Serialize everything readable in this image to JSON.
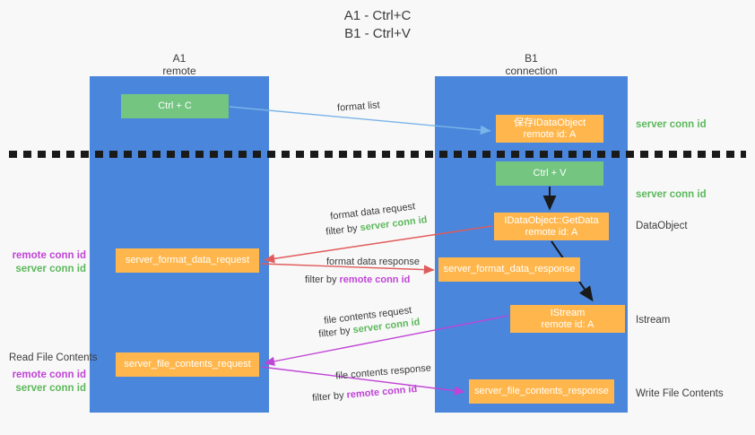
{
  "title": {
    "line1": "A1 - Ctrl+C",
    "line2": "B1 - Ctrl+V"
  },
  "columns": [
    {
      "name": "A1",
      "subtitle": "remote"
    },
    {
      "name": "B1",
      "subtitle": "connection"
    }
  ],
  "colors": {
    "lane": "#4a86dc",
    "green_box": "#73c580",
    "orange_box": "#ffb74d",
    "server_conn_id": "#5cb85c",
    "remote_conn_id": "#c044d6",
    "format_list_arrow": "#7ab4e8",
    "format_data_arrow": "#e05b5b",
    "file_contents_arrow": "#c044d6",
    "flow_arrow": "#1a1a1a",
    "background": "#f8f8f8"
  },
  "boxes": {
    "ctrl_c": {
      "line1": "Ctrl + C"
    },
    "save_idataobject": {
      "line1": "保存IDataObject",
      "line2": "remote id: A"
    },
    "ctrl_v": {
      "line1": "Ctrl + V"
    },
    "getdata": {
      "line1": "IDataObject::GetData",
      "line2": "remote id: A"
    },
    "format_data_request": {
      "line1": "server_format_data_request"
    },
    "format_data_response": {
      "line1": "server_format_data_response"
    },
    "istream": {
      "line1": "IStream",
      "line2": "remote id: A"
    },
    "file_contents_request": {
      "line1": "server_file_contents_request"
    },
    "file_contents_response": {
      "line1": "server_file_contents_response"
    }
  },
  "right_labels": {
    "server_conn_id_1": "server conn id",
    "server_conn_id_2": "server conn id",
    "dataobject": "DataObject",
    "istream": "Istream",
    "write_file_contents": "Write File Contents"
  },
  "left_labels": {
    "remote_conn_id_1": "remote conn id",
    "server_conn_id_1": "server conn id",
    "read_file_contents": "Read File Contents",
    "remote_conn_id_2": "remote conn id",
    "server_conn_id_2": "server conn id"
  },
  "arrow_labels": {
    "format_list": "format list",
    "format_data_request": "format data request",
    "format_data_request_filter_prefix": "filter by ",
    "format_data_request_filter_key": "server conn id",
    "format_data_response": "format data response",
    "format_data_response_filter_prefix": "filter by ",
    "format_data_response_filter_key": "remote conn id",
    "file_contents_request": "file contents request",
    "file_contents_request_filter_prefix": "filter by ",
    "file_contents_request_filter_key": "server conn id",
    "file_contents_response": "file contents response",
    "file_contents_response_filter_prefix": "filter by ",
    "file_contents_response_filter_key": "remote conn id"
  }
}
